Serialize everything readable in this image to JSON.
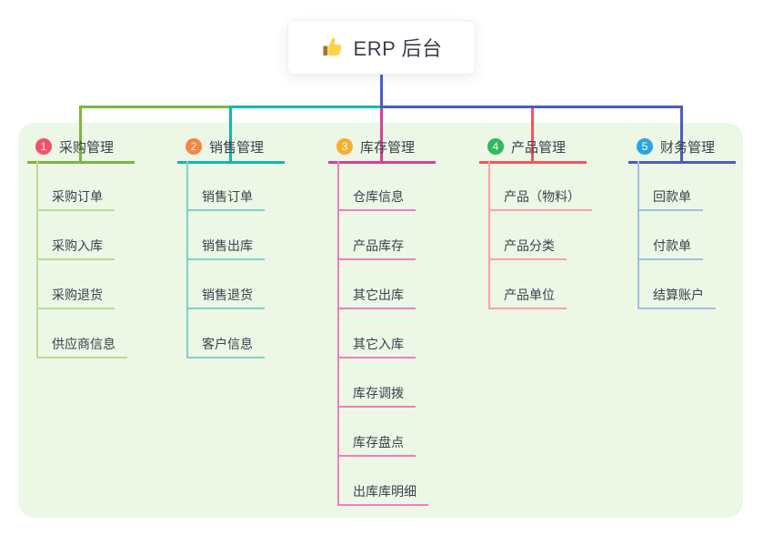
{
  "root": {
    "title": "ERP 后台",
    "icon": "thumbs-up-icon"
  },
  "theme": {
    "panel_bg": "#ecf7e6",
    "root_line_color": "#4a5cc6",
    "text_color": "#3a424b",
    "card_bg": "#ffffff"
  },
  "branches": [
    {
      "index": "1",
      "label": "采购管理",
      "badge_color": "#f25168",
      "line_color": "#7db63f",
      "child_line_color": "#b8db95",
      "children": [
        "采购订单",
        "采购入库",
        "采购退货",
        "供应商信息"
      ]
    },
    {
      "index": "2",
      "label": "销售管理",
      "badge_color": "#f68440",
      "line_color": "#13b8a8",
      "child_line_color": "#7fd2c7",
      "children": [
        "销售订单",
        "销售出库",
        "销售退货",
        "客户信息"
      ]
    },
    {
      "index": "3",
      "label": "库存管理",
      "badge_color": "#f7b02d",
      "line_color": "#d84095",
      "child_line_color": "#f07fba",
      "children": [
        "仓库信息",
        "产品库存",
        "其它出库",
        "其它入库",
        "库存调拨",
        "库存盘点",
        "出库库明细"
      ]
    },
    {
      "index": "4",
      "label": "产品管理",
      "badge_color": "#31b95e",
      "line_color": "#f75360",
      "child_line_color": "#f9a1a6",
      "children": [
        "产品（物料）",
        "产品分类",
        "产品单位"
      ]
    },
    {
      "index": "5",
      "label": "财务管理",
      "badge_color": "#2aa6df",
      "line_color": "#4a5cc6",
      "child_line_color": "#a6bde6",
      "children": [
        "回款单",
        "付款单",
        "结算账户"
      ]
    }
  ]
}
